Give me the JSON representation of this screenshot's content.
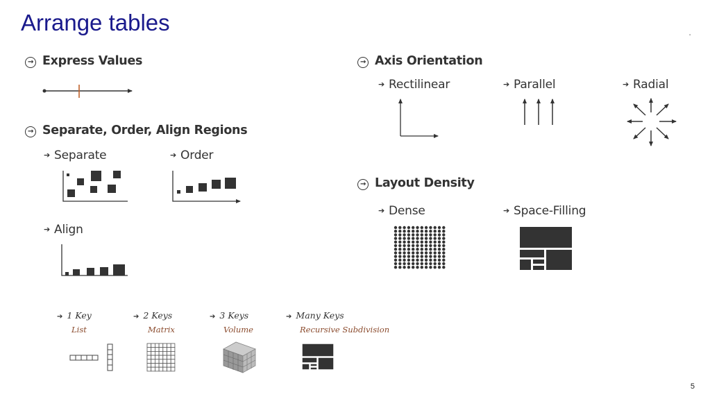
{
  "slide": {
    "title": "Arrange tables",
    "page_number": "5",
    "corner_mark": "'"
  },
  "sections": {
    "express_values": "Express Values",
    "separate_order_align": "Separate, Order, Align Regions",
    "axis_orientation": "Axis Orientation",
    "layout_density": "Layout Density"
  },
  "subsections": {
    "separate": "Separate",
    "order": "Order",
    "align": "Align",
    "rectilinear": "Rectilinear",
    "parallel": "Parallel",
    "radial": "Radial",
    "dense": "Dense",
    "space_filling": "Space-Filling"
  },
  "keys": [
    {
      "label": "1 Key",
      "sub": "List"
    },
    {
      "label": "2 Keys",
      "sub": "Matrix"
    },
    {
      "label": "3 Keys",
      "sub": "Volume"
    },
    {
      "label": "Many Keys",
      "sub": "Recursive Subdivision"
    }
  ],
  "icons": {
    "section_bullet": "circled-arrow-icon",
    "sub_bullet": "small-arrow-icon"
  },
  "colors": {
    "title": "#1a1a8c",
    "accent": "#c0602a",
    "key_sub": "#8a4a2c",
    "mark": "#333333"
  }
}
